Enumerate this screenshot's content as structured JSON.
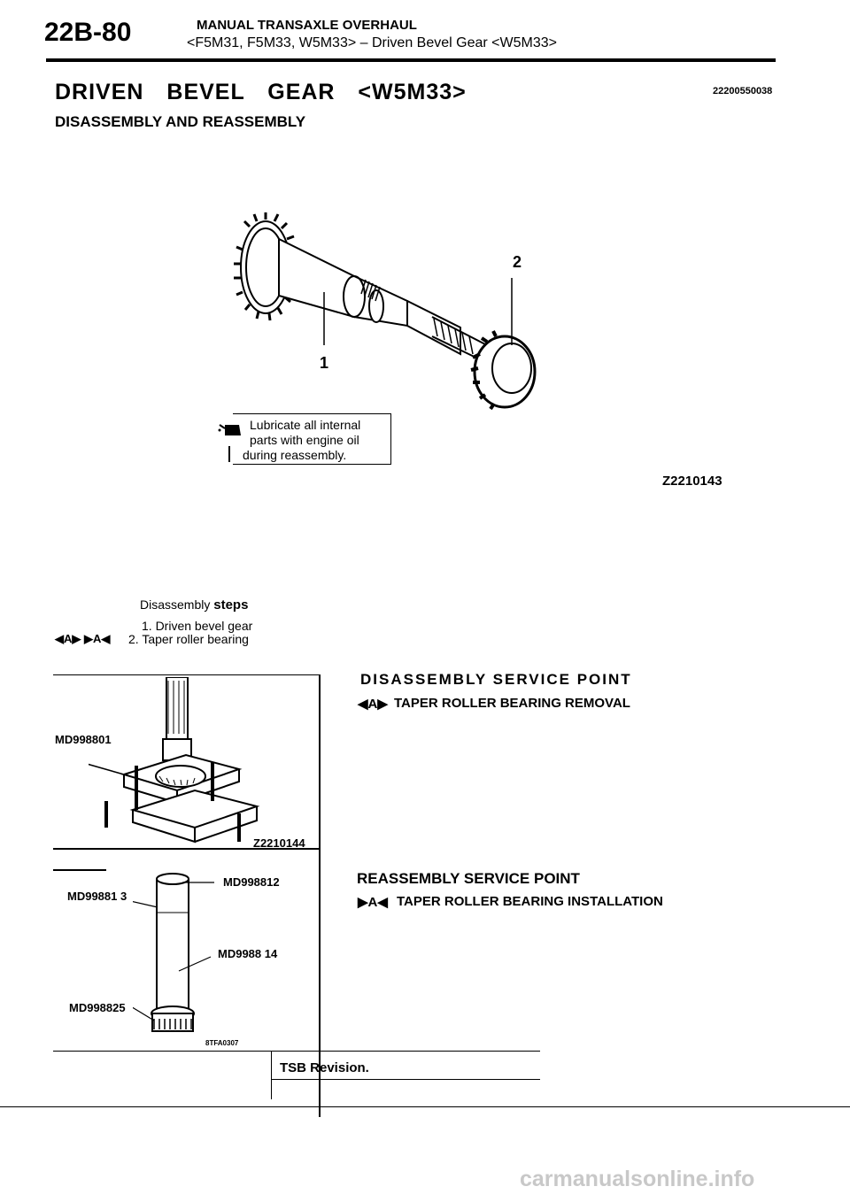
{
  "header": {
    "page_code": "22B-80",
    "title": "MANUAL TRANSAXLE OVERHAUL",
    "subtitle": "<F5M31, F5M33, W5M33> – Driven Bevel Gear <W5M33>"
  },
  "heading": {
    "main": "DRIVEN BEVEL GEAR <W5M33>",
    "doc_id": "22200550038",
    "section": "DISASSEMBLY AND REASSEMBLY"
  },
  "figure1": {
    "callout_1": "1",
    "callout_2": "2",
    "note_line1": "Lubricate all internal",
    "note_line2": "parts with engine oil",
    "note_line3": "during reassembly.",
    "fig_id": "Z2210143"
  },
  "steps": {
    "title_prefix": "Disassembly ",
    "title_bold": "steps",
    "step1": "1. Driven bevel gear",
    "step2": "2. Taper roller bearing",
    "step2_marks": "◀A▶ ▶A◀"
  },
  "figure2": {
    "tool": "MD998801",
    "fig_id": "Z2210144"
  },
  "figure3": {
    "tool_a": "MD998812",
    "tool_b": "MD99881 3",
    "tool_c": "MD9988 14",
    "tool_d": "MD998825",
    "fig_id": "8TFA0307"
  },
  "disassembly_service": {
    "title": "DISASSEMBLY SERVICE POINT",
    "marker": "◀A▶",
    "item": "TAPER ROLLER BEARING REMOVAL"
  },
  "reassembly_service": {
    "title": "REASSEMBLY SERVICE POINT",
    "marker": "▶A◀",
    "item": "TAPER ROLLER BEARING INSTALLATION"
  },
  "footer": {
    "tsb": "TSB Revision.",
    "watermark": "carmanualsonline.info"
  }
}
